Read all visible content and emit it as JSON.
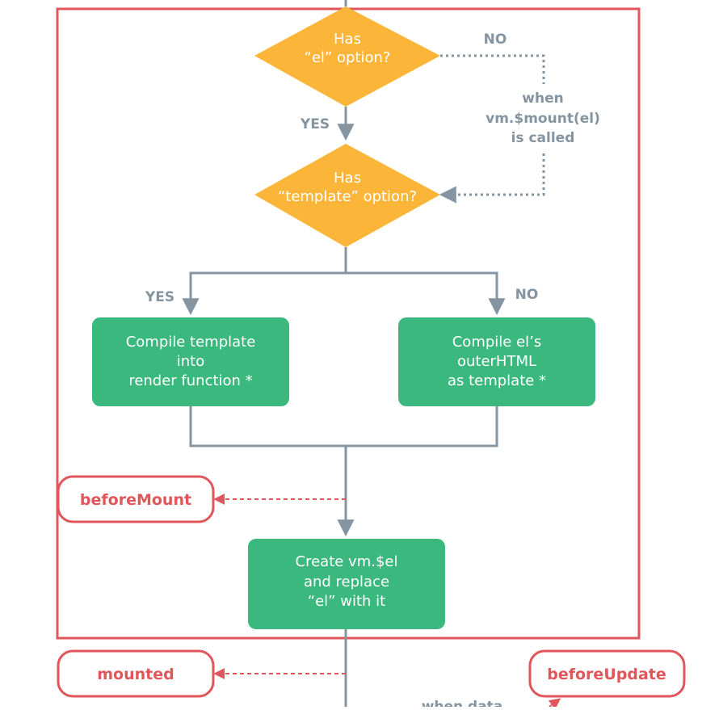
{
  "colors": {
    "frame": "#e0565a",
    "decision": "#fbb538",
    "process": "#3ab87d",
    "connector": "#8494a0",
    "hook": "#e0565a"
  },
  "decisions": {
    "has_el": [
      "Has",
      "“el” option?"
    ],
    "has_template": [
      "Has",
      "“template” option?"
    ]
  },
  "branch_labels": {
    "no_top": "NO",
    "yes_top": "YES",
    "yes_left": "YES",
    "no_right": "NO"
  },
  "mount_note": [
    "when",
    "vm.$mount(el)",
    "is called"
  ],
  "processes": {
    "compile_template": [
      "Compile template",
      "into",
      "render function *"
    ],
    "compile_el": [
      "Compile el’s",
      "outerHTML",
      "as template *"
    ],
    "create_el": [
      "Create vm.$el",
      "and replace",
      "“el” with it"
    ]
  },
  "hooks": {
    "before_mount": "beforeMount",
    "mounted": "mounted",
    "before_update": "beforeUpdate"
  },
  "partial_note": "when data"
}
